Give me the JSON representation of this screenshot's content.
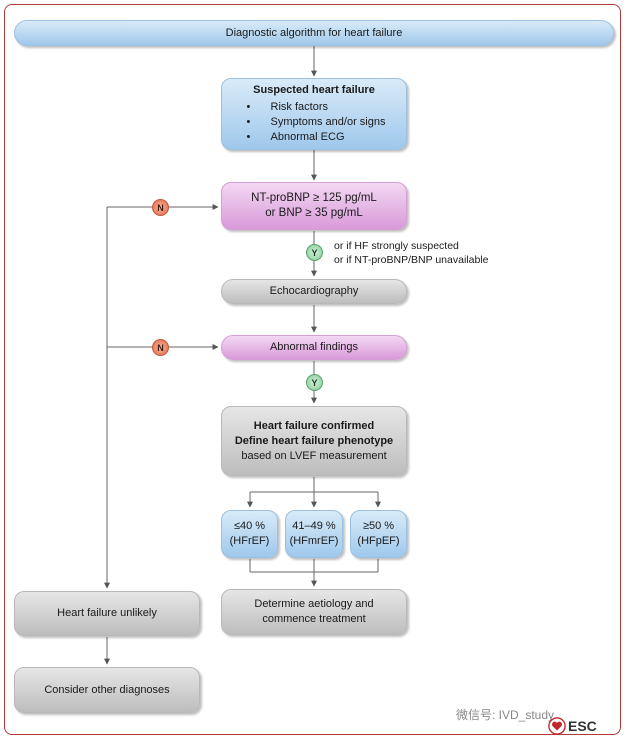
{
  "title": "Diagnostic algorithm for heart failure",
  "suspected": {
    "heading": "Suspected heart failure",
    "items": [
      "Risk factors",
      "Symptoms and/or signs",
      "Abnormal ECG"
    ]
  },
  "ntprobnp": {
    "line1": "NT-proBNP ≥ 125 pg/mL",
    "line2": "or BNP ≥ 35 pg/mL"
  },
  "badges": {
    "no": "N",
    "yes": "Y"
  },
  "yes_note": {
    "line1": "or if HF strongly suspected",
    "line2": "or if NT-proBNP/BNP unavailable"
  },
  "echo": "Echocardiography",
  "abnormal": "Abnormal findings",
  "confirmed": {
    "line1": "Heart failure confirmed",
    "line2": "Define heart failure phenotype",
    "line3": "based on LVEF measurement"
  },
  "phenotypes": [
    {
      "range": "≤40 %",
      "label": "(HFrEF)"
    },
    {
      "range": "41–49 %",
      "label": "(HFmrEF)"
    },
    {
      "range": "≥50 %",
      "label": "(HFpEF)"
    }
  ],
  "aetiology": {
    "line1": "Determine aetiology and",
    "line2": "commence treatment"
  },
  "unlikely": "Heart failure unlikely",
  "other": "Consider other diagnoses",
  "watermark": "微信号: IVD_study",
  "logo_text": "ESC",
  "colors": {
    "frame": "#b13a3a",
    "blue": "#9fc8ec",
    "pink": "#d99ad9",
    "gray": "#bdbdbd",
    "no_badge": "#e2694a",
    "yes_badge": "#7dc990"
  }
}
